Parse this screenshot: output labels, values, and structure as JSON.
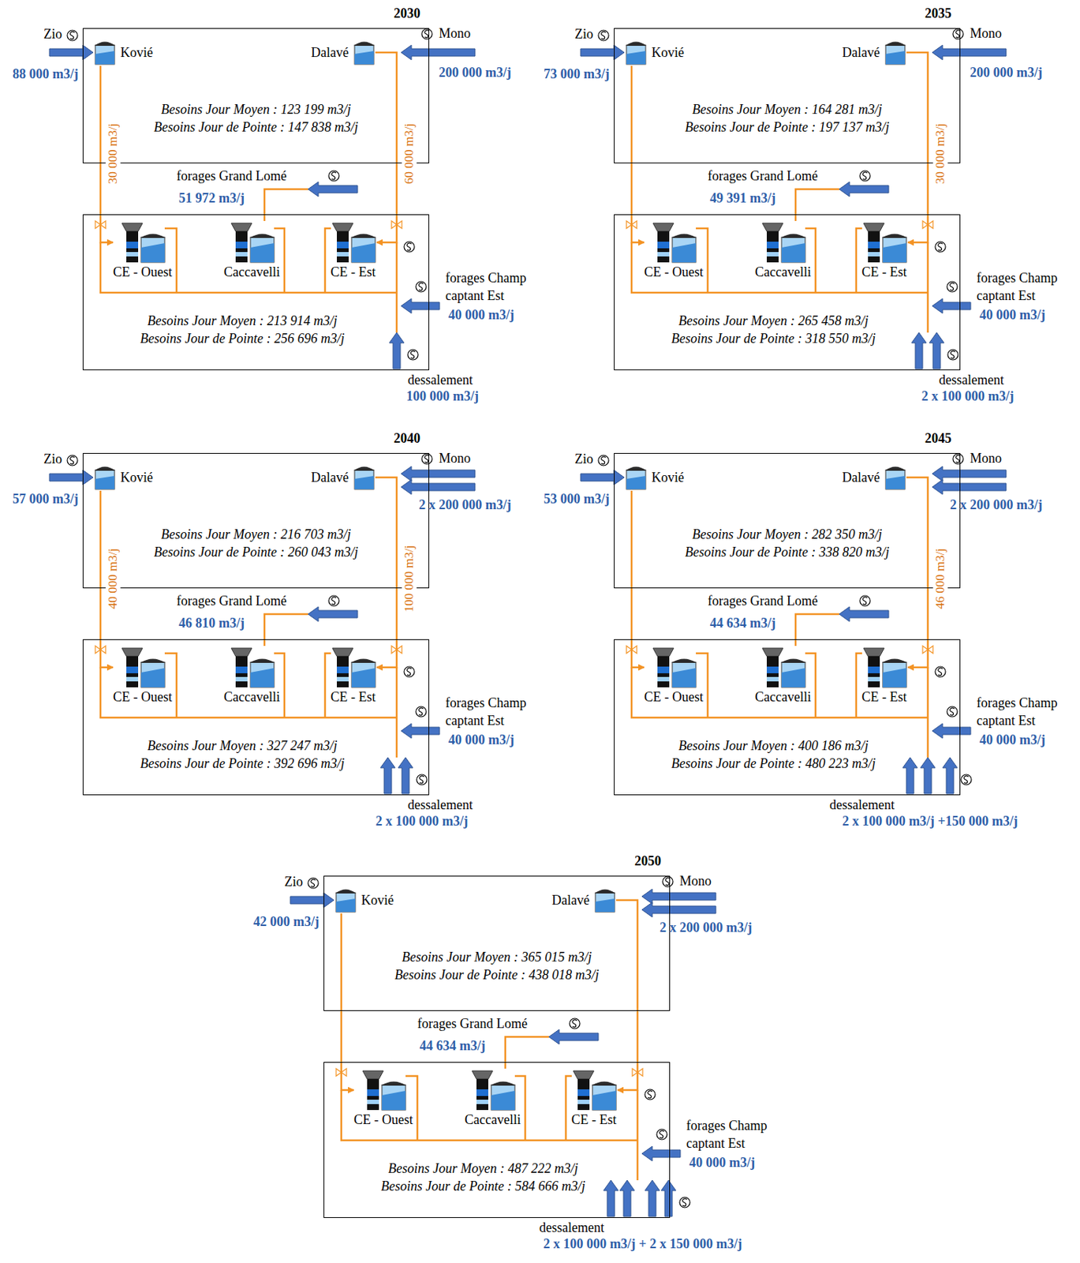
{
  "diagram": {
    "nodes": [
      {
        "text": [
          "Besoins Jour Moyen : 123 199 m3/j",
          "Besoins Jour de Pointe : 147 838 m3/j"
        ]
      },
      {
        "text": [
          "Kovié"
        ],
        "in": 0
      },
      {
        "text": [
          "Dalavé"
        ],
        "in": 0
      },
      {
        "text": [
          "Besoins Jour Moyen : 213 914 m3/j",
          "Besoins Jour de Pointe : 256 696 m3/j"
        ]
      },
      {
        "text": [
          "CE - Ouest"
        ],
        "in": 3
      },
      {
        "text": [
          "Caccavelli"
        ],
        "in": 3
      },
      {
        "text": [
          "CE - Est"
        ],
        "in": 3
      },
      {
        "text": [
          "Besoins Jour Moyen : 164 281 m3/j",
          "Besoins Jour de Pointe : 197 137 m3/j"
        ]
      },
      {
        "text": [
          "Kovié"
        ],
        "in": 7
      },
      {
        "text": [
          "Dalavé"
        ],
        "in": 7
      },
      {
        "text": [
          "Besoins Jour Moyen : 265 458 m3/j",
          "Besoins Jour de Pointe : 318 550 m3/j"
        ]
      },
      {
        "text": [
          "CE - Ouest"
        ],
        "in": 10
      },
      {
        "text": [
          "Caccavelli"
        ],
        "in": 10
      },
      {
        "text": [
          "CE - Est"
        ],
        "in": 10
      },
      {
        "text": [
          "Besoins Jour Moyen : 216 703 m3/j",
          "Besoins Jour de Pointe : 260 043 m3/j"
        ]
      },
      {
        "text": [
          "Kovié"
        ],
        "in": 14
      },
      {
        "text": [
          "Dalavé"
        ],
        "in": 14
      },
      {
        "text": [
          "Besoins Jour Moyen : 327 247 m3/j",
          "Besoins Jour de Pointe : 392 696 m3/j"
        ]
      },
      {
        "text": [
          "CE - Ouest"
        ],
        "in": 17
      },
      {
        "text": [
          "Caccavelli"
        ],
        "in": 17
      },
      {
        "text": [
          "CE - Est"
        ],
        "in": 17
      },
      {
        "text": [
          "Besoins Jour Moyen : 282 350 m3/j",
          "Besoins Jour de Pointe : 338 820 m3/j"
        ]
      },
      {
        "text": [
          "Kovié"
        ],
        "in": 21
      },
      {
        "text": [
          "Dalavé"
        ],
        "in": 21
      },
      {
        "text": [
          "Besoins Jour Moyen : 400 186 m3/j",
          "Besoins Jour de Pointe : 480 223 m3/j"
        ]
      },
      {
        "text": [
          "CE - Ouest"
        ],
        "in": 24
      },
      {
        "text": [
          "Caccavelli"
        ],
        "in": 24
      },
      {
        "text": [
          "CE - Est"
        ],
        "in": 24
      },
      {
        "text": [
          "Besoins Jour Moyen : 365 015 m3/j",
          "Besoins Jour de Pointe : 438 018 m3/j"
        ]
      },
      {
        "text": [
          "Kovié"
        ],
        "in": 28
      },
      {
        "text": [
          "Dalavé"
        ],
        "in": 28
      },
      {
        "text": [
          "Besoins Jour Moyen : 487 222 m3/j",
          "Besoins Jour de Pointe : 584 666 m3/j"
        ]
      },
      {
        "text": [
          "CE - Ouest"
        ],
        "in": 31
      },
      {
        "text": [
          "Caccavelli"
        ],
        "in": 31
      },
      {
        "text": [
          "CE - Est"
        ],
        "in": 31
      }
    ],
    "edges": [
      {
        "from": 1,
        "to": 4,
        "arrow": "to",
        "label": "30 000 m3/j"
      },
      {
        "from": 2,
        "to": 6,
        "arrow": "to",
        "label": "60 000 m3/j"
      },
      {
        "from": 8,
        "to": 11,
        "arrow": "to"
      },
      {
        "from": 9,
        "to": 13,
        "arrow": "to",
        "label": "30 000 m3/j"
      },
      {
        "from": 15,
        "to": 18,
        "arrow": "to",
        "label": "40 000 m3/j"
      },
      {
        "from": 16,
        "to": 20,
        "arrow": "to",
        "label": "100 000 m3/j"
      },
      {
        "from": 22,
        "to": 25,
        "arrow": "to"
      },
      {
        "from": 23,
        "to": 27,
        "arrow": "to",
        "label": "46 000 m3/j"
      },
      {
        "from": 29,
        "to": 32,
        "arrow": "to"
      },
      {
        "from": 30,
        "to": 34,
        "arrow": "to"
      }
    ],
    "labels": [
      "2030",
      "Zio",
      "88 000 m3/j",
      "Mono",
      "200 000 m3/j",
      "forages Grand Lomé",
      "51 972 m3/j",
      "forages Champ captant Est",
      "40 000 m3/j",
      "dessalement",
      "100 000 m3/j",
      "2035",
      "Zio",
      "73 000 m3/j",
      "Mono",
      "200 000 m3/j",
      "forages Grand Lomé",
      "49 391 m3/j",
      "forages Champ captant Est",
      "40 000 m3/j",
      "dessalement",
      "2 x 100 000 m3/j",
      "2040",
      "Zio",
      "57 000 m3/j",
      "Mono",
      "2 x 200 000 m3/j",
      "forages Grand Lomé",
      "46 810 m3/j",
      "forages Champ captant Est",
      "40 000 m3/j",
      "dessalement",
      "2 x 100 000 m3/j",
      "2045",
      "Zio",
      "53 000 m3/j",
      "Mono",
      "2 x 200 000 m3/j",
      "forages Grand Lomé",
      "44 634 m3/j",
      "forages Champ captant Est",
      "40 000 m3/j",
      "dessalement",
      "2 x 100 000 m3/j +150 000 m3/j",
      "2050",
      "Zio",
      "42 000 m3/j",
      "Mono",
      "2 x 200 000 m3/j",
      "forages Grand Lomé",
      "44 634 m3/j",
      "forages Champ captant Est",
      "40 000 m3/j",
      "dessalement",
      "2 x 100 000 m3/j + 2 x 150 000 m3/j"
    ]
  }
}
